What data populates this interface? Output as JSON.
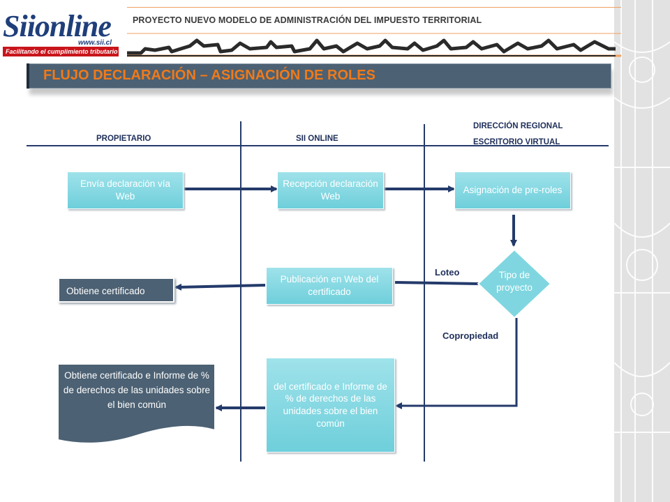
{
  "header": {
    "project_title": "PROYECTO NUEVO MODELO DE ADMINISTRACIÓN DEL IMPUESTO TERRITORIAL",
    "logo_word_a": "Sii",
    "logo_word_b": "online",
    "logo_url": "www.sii.cl",
    "logo_tagline": "Facilitando el cumplimiento tributario"
  },
  "banner": {
    "title": "FLUJO DECLARACIÓN – ASIGNACIÓN DE ROLES"
  },
  "lanes": {
    "propietario": "PROPIETARIO",
    "sii_online": "SII ONLINE",
    "regional_1": "DIRECCIÓN REGIONAL",
    "regional_2": "ESCRITORIO VIRTUAL"
  },
  "nodes": {
    "envia": "Envía declaración vía Web",
    "recepcion": "Recepción declaración Web",
    "asignacion": "Asignación de pre-roles",
    "tipo": "Tipo de proyecto",
    "publicacion": "Publicación en Web del certificado",
    "obtiene_cert": "Obtiene certificado",
    "publicacion_informe": "del certificado e Informe de % de derechos de las unidades sobre el bien común",
    "obtiene_informe": "Obtiene certificado e Informe de % de derechos de las unidades sobre el bien común"
  },
  "edge_labels": {
    "loteo": "Loteo",
    "copropiedad": "Copropiedad"
  },
  "colors": {
    "process_fill": "#7fd6e0",
    "document_fill": "#4c6173",
    "banner_text": "#f07a1a",
    "line": "#233a6a"
  }
}
